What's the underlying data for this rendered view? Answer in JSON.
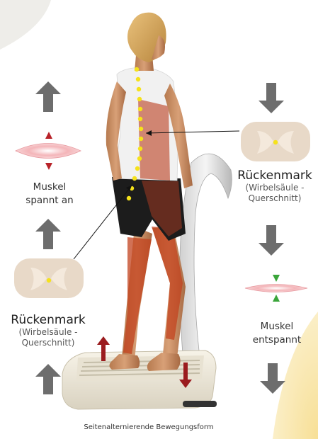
{
  "labels": {
    "muscle_contracts": [
      "Muskel",
      "spannt an"
    ],
    "muscle_relaxed": [
      "Muskel",
      "entspannt"
    ],
    "spinal_cord_left": {
      "title": "Rückenmark",
      "sub": [
        "(Wirbelsäule -",
        "Querschnitt)"
      ]
    },
    "spinal_cord_right": {
      "title": "Rückenmark",
      "sub": [
        "(Wirbelsäule -",
        "Querschnitt)"
      ]
    },
    "caption": "Seitenalternierende Bewegungsform"
  },
  "colors": {
    "arrow_gray": "#6d6d6d",
    "muscle_pink": "#f0a8ac",
    "spine_dot": "#f5e21b",
    "section_tan": "#e7d7c6",
    "red_arrow": "#9b1c1f",
    "green_arrow": "#3aa53a"
  }
}
